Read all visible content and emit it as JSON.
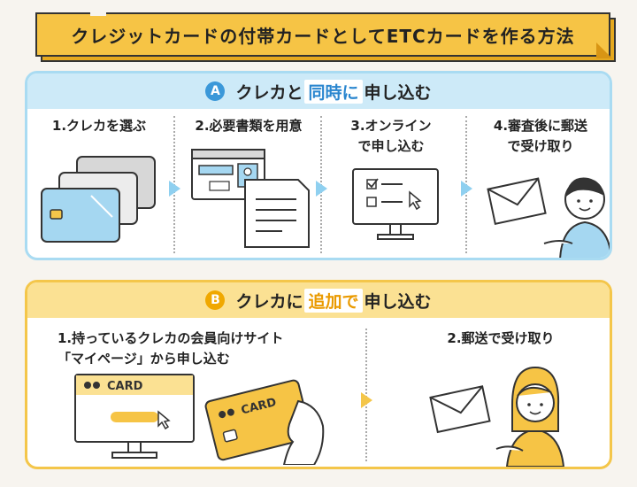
{
  "title": "クレジットカードの付帯カードとしてETCカードを作る方法",
  "sectionA": {
    "badge": "A",
    "heading_pre": "クレカと",
    "heading_highlight": "同時に",
    "heading_post": "申し込む",
    "steps": [
      {
        "line1": "1.クレカを選ぶ",
        "line2": ""
      },
      {
        "line1": "2.必要書類を用意",
        "line2": ""
      },
      {
        "line1": "3.オンライン",
        "line2": "で申し込む"
      },
      {
        "line1": "4.審査後に郵送",
        "line2": "で受け取り"
      }
    ]
  },
  "sectionB": {
    "badge": "B",
    "heading_pre": "クレカに",
    "heading_highlight": "追加で",
    "heading_post": "申し込む",
    "steps": [
      {
        "line1": "1.持っているクレカの会員向けサイト",
        "line2": "「マイページ」から申し込む"
      },
      {
        "line1": "2.郵送で受け取り",
        "line2": ""
      }
    ],
    "card_label_screen": "CARD",
    "card_label_card": "CARD"
  },
  "colors": {
    "banner": "#f6c445",
    "sectionA_border": "#a9dbf2",
    "sectionA_header": "#cdeaf8",
    "sectionB_border": "#f4c64a",
    "sectionB_header": "#fbe193",
    "accentA": "#3b98d9",
    "accentB": "#f0a800"
  }
}
